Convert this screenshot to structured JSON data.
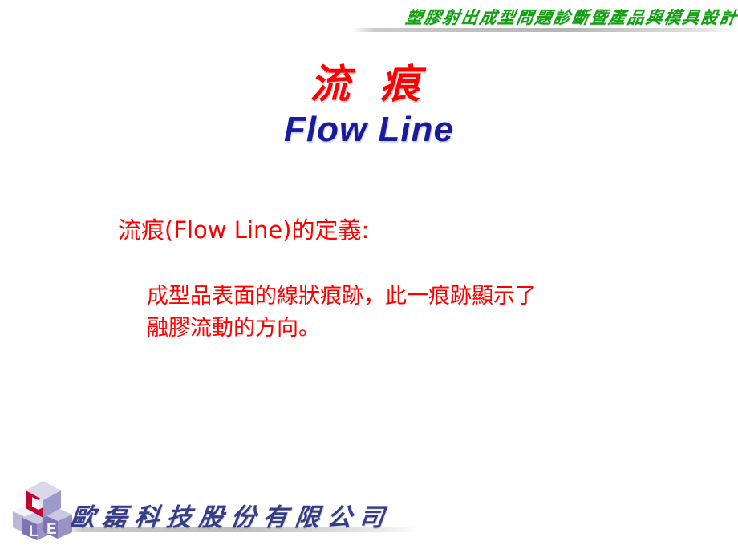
{
  "header": {
    "course_title": "塑膠射出成型問題診斷暨產品與模具設計",
    "accent_color": "#12A012"
  },
  "title": {
    "chinese": "流 痕",
    "english": "Flow Line",
    "chinese_color": "#FF0000",
    "english_color": "#1A1A9E"
  },
  "body": {
    "heading": "流痕(Flow Line)的定義:",
    "paragraph_lines": [
      "成型品表面的線狀痕跡，此一痕跡顯示了",
      "融膠流動的方向。"
    ],
    "text_color": "#FF0000"
  },
  "footer": {
    "company_name": "歐磊科技股份有限公司",
    "company_color": "#363C86",
    "logo": {
      "name": "ole-cube-logo",
      "letters": [
        "O",
        "L",
        "E"
      ],
      "cube_red": "#C4002C",
      "cube_purple": "#8C84C0",
      "cube_light": "#E8E8F2"
    }
  }
}
